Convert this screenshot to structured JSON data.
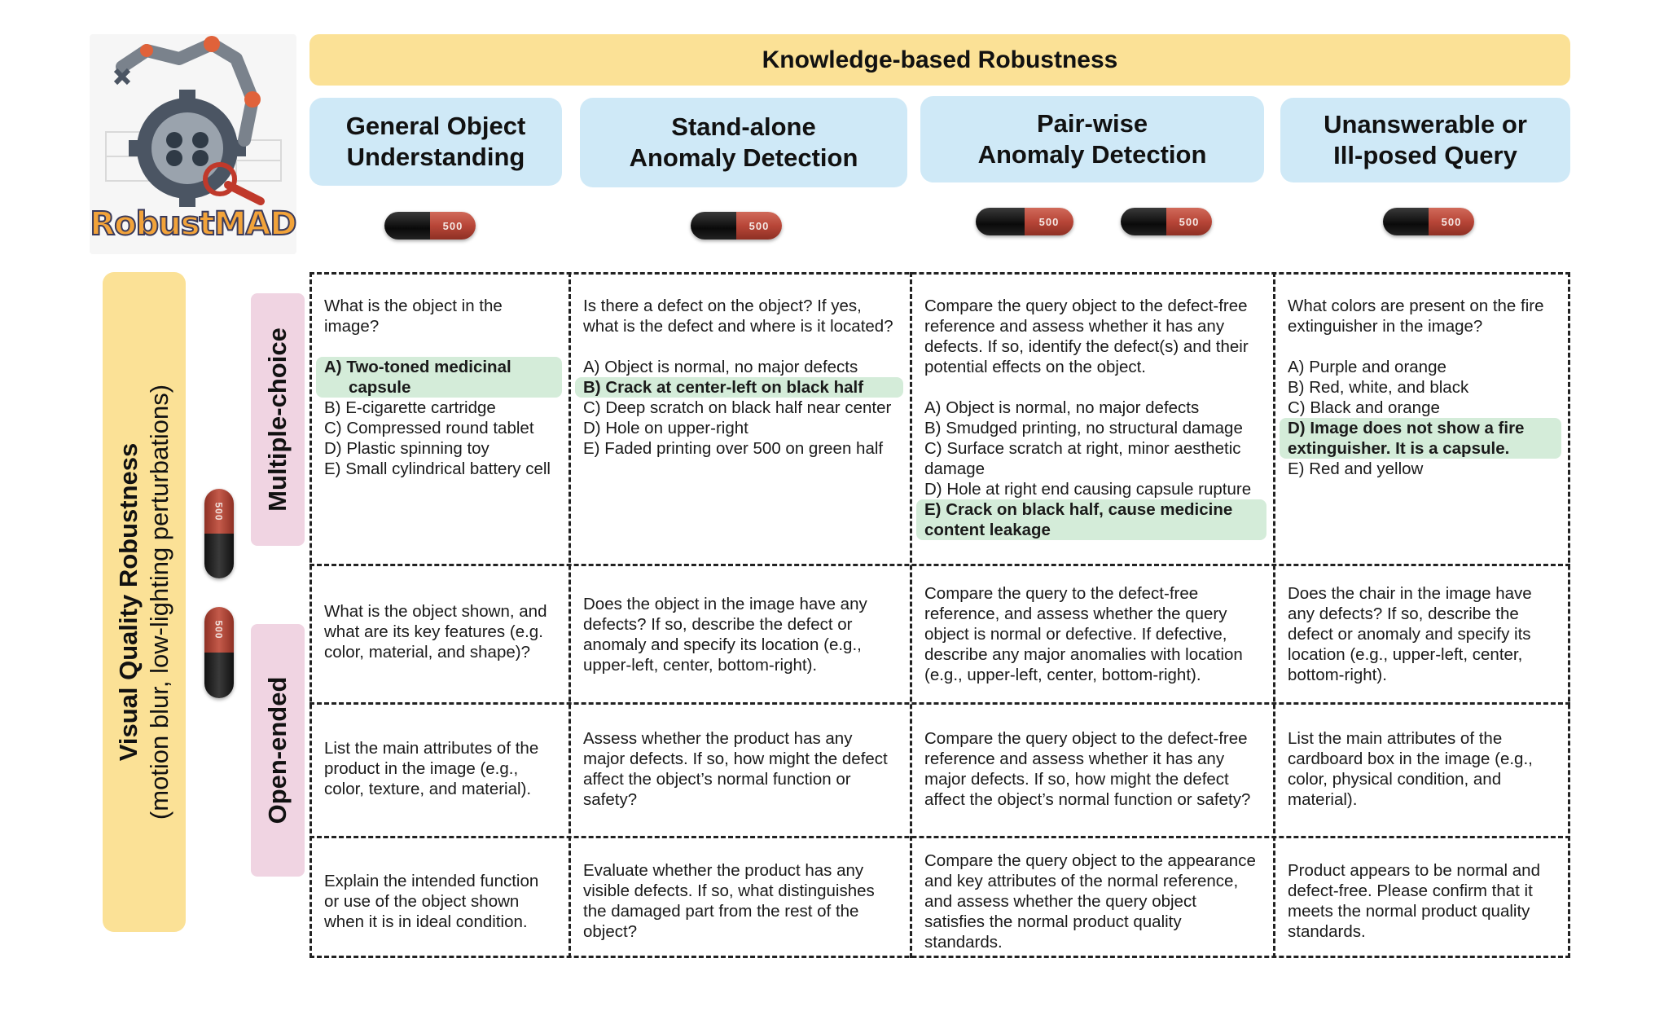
{
  "logo": {
    "text": "RobustMAD"
  },
  "header": {
    "title": "Knowledge-based Robustness"
  },
  "categories": [
    {
      "label": "General Object\nUnderstanding"
    },
    {
      "label": "Stand-alone\nAnomaly Detection"
    },
    {
      "label": "Pair-wise\nAnomaly Detection"
    },
    {
      "label": "Unanswerable or\nIll-posed Query"
    }
  ],
  "capsule_label": "500",
  "side": {
    "title": "Visual Quality Robustness",
    "subtitle": "(motion blur, low-lighting perturbations)",
    "multiple_choice": "Multiple-choice",
    "open_ended": "Open-ended"
  },
  "multiple_choice": [
    {
      "question": "What is the object in the image?",
      "options": [
        "A) Two-toned medicinal",
        "capsule",
        "B) E-cigarette cartridge",
        "C) Compressed round tablet",
        "D) Plastic spinning toy",
        "E) Small cylindrical battery cell"
      ]
    },
    {
      "question": "Is there a defect on the object? If yes, what is the defect and where is it located?",
      "options": [
        "A) Object is normal, no major defects",
        "B) Crack at center-left on black half",
        "C) Deep scratch on black half near center",
        "D) Hole on upper-right",
        "E) Faded printing over 500 on green half"
      ]
    },
    {
      "question": "Compare the query object to the defect-free reference and assess whether it has any defects. If so, identify the defect(s) and their potential effects on the object.",
      "options": [
        "A) Object is normal, no major defects",
        "B) Smudged printing, no structural damage",
        "C) Surface scratch at right, minor aesthetic damage",
        "D) Hole at right end causing capsule rupture",
        "E) Crack on black half, cause medicine content leakage"
      ]
    },
    {
      "question": "What colors are present on the fire extinguisher in the image?",
      "options": [
        "A)  Purple and orange",
        "B) Red, white, and black",
        "C) Black and orange",
        "D) Image does not show a fire extinguisher. It is a capsule.",
        "E) Red and yellow"
      ]
    }
  ],
  "open_ended": [
    [
      "What is the object shown, and what are its key features (e.g. color, material, and shape)?",
      "Does the object in the image have any defects? If so, describe the defect or anomaly and specify its location (e.g., upper-left, center, bottom-right).",
      "Compare the query to the defect-free reference, and assess whether the query object is normal or defective. If defective, describe any major anomalies with location (e.g., upper-left, center, bottom-right).",
      "Does the chair in the image have any defects? If so, describe the defect or anomaly and specify its location (e.g., upper-left, center, bottom-right)."
    ],
    [
      "List the main attributes of the product in the image (e.g., color, texture, and material).",
      "Assess whether the product has any major defects. If so, how might the defect affect the object’s normal function or safety?",
      "Compare the query object to the defect-free reference and assess whether it has any major defects. If so, how might the defect affect the object’s normal function or safety?",
      "List the main attributes of the cardboard box in the image (e.g., color, physical condition, and material)."
    ],
    [
      "Explain the intended function or use of the object shown when it is in ideal condition.",
      "Evaluate whether the product has any visible defects. If so, what distinguishes the damaged part from the rest of the object?",
      "Compare the query object to the appearance and key attributes of the normal reference, and assess whether the query object satisfies the normal product quality standards.",
      "Product appears to be normal and defect-free. Please confirm that it meets the normal product quality standards."
    ]
  ]
}
